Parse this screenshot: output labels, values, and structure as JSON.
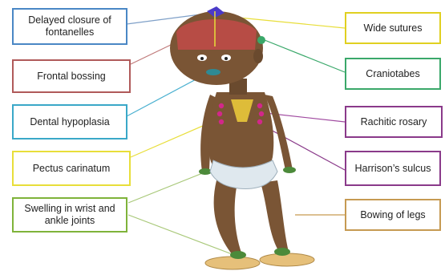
{
  "labels": {
    "delayed_closure": "Delayed closure of fontanelles",
    "frontal_bossing": "Frontal bossing",
    "dental_hypoplasia": "Dental hypoplasia",
    "pectus_carinatum": "Pectus carinatum",
    "swelling_wrist_ankle": "Swelling in wrist and ankle joints",
    "wide_sutures": "Wide sutures",
    "craniotabes": "Craniotabes",
    "rachitic_rosary": "Rachitic rosary",
    "harrisons_sulcus": "Harrison’s sulcus",
    "bowing_of_legs": "Bowing of legs"
  },
  "colors": {
    "skin": "#7a5535",
    "skin_dark": "#5a3c24",
    "diaper": "#dfe8ee",
    "shoe": "#e6c07a"
  }
}
